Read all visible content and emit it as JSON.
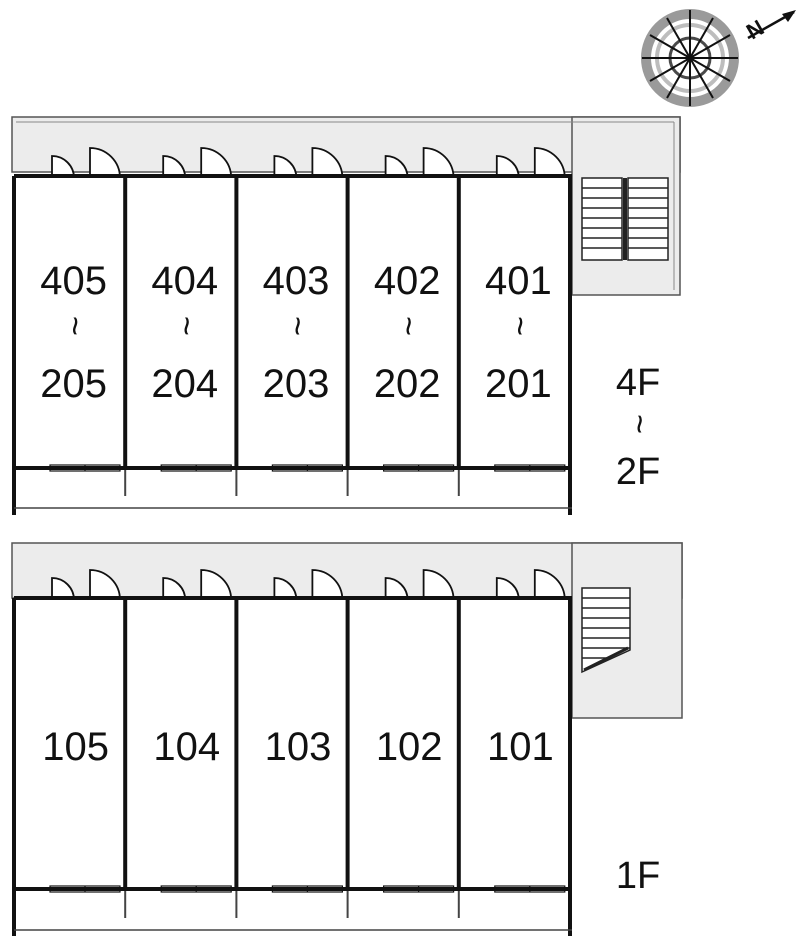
{
  "compass": {
    "north_label": "N",
    "icon": "compass-rose-icon"
  },
  "upper_block": {
    "units": [
      {
        "top": "405",
        "sep": "~",
        "bottom": "205"
      },
      {
        "top": "404",
        "sep": "~",
        "bottom": "204"
      },
      {
        "top": "403",
        "sep": "~",
        "bottom": "203"
      },
      {
        "top": "402",
        "sep": "~",
        "bottom": "202"
      },
      {
        "top": "401",
        "sep": "~",
        "bottom": "201"
      }
    ],
    "floor_label": {
      "top": "4F",
      "sep": "~",
      "bottom": "2F"
    }
  },
  "lower_block": {
    "units": [
      "105",
      "104",
      "103",
      "102",
      "101"
    ],
    "floor_label": "1F"
  },
  "colors": {
    "corridor": "#ececec",
    "wall": "#111111",
    "background": "#ffffff"
  }
}
